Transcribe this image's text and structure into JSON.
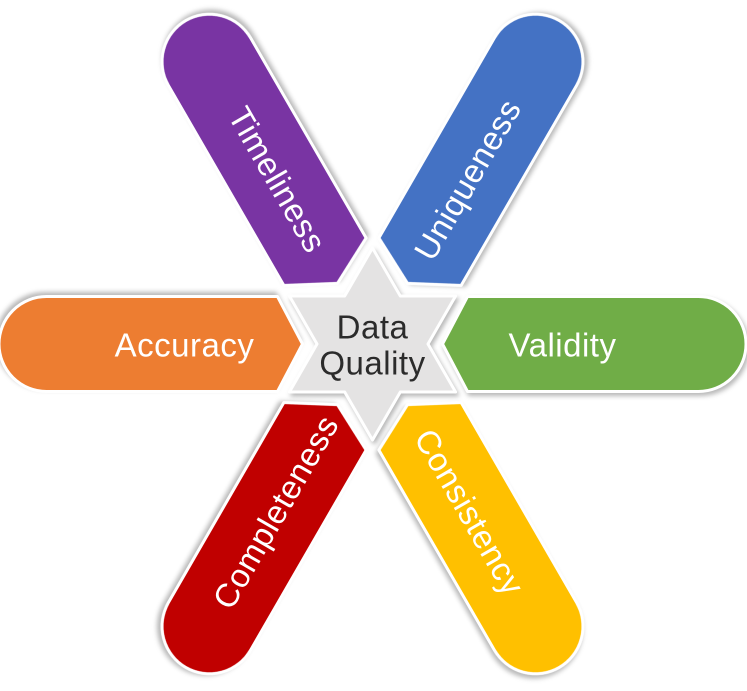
{
  "diagram": {
    "title": "Data Quality dimensions star diagram",
    "center": {
      "line1": "Data",
      "line2": "Quality",
      "fill": "#E4E3E3",
      "text_color": "#2B2B2B"
    },
    "outline_color": "#FFFFFF",
    "label_text_color": "#FFFFFF",
    "arms": [
      {
        "id": "timeliness",
        "label": "Timeliness",
        "color": "#7934A3",
        "position": "upper-left"
      },
      {
        "id": "uniqueness",
        "label": "Uniqueness",
        "color": "#4472C4",
        "position": "upper-right"
      },
      {
        "id": "accuracy",
        "label": "Accuracy",
        "color": "#ED7D31",
        "position": "left"
      },
      {
        "id": "validity",
        "label": "Validity",
        "color": "#70AD47",
        "position": "right"
      },
      {
        "id": "completeness",
        "label": "Completeness",
        "color": "#C00000",
        "position": "lower-left"
      },
      {
        "id": "consistency",
        "label": "Consistency",
        "color": "#FFC000",
        "position": "lower-right"
      }
    ]
  }
}
